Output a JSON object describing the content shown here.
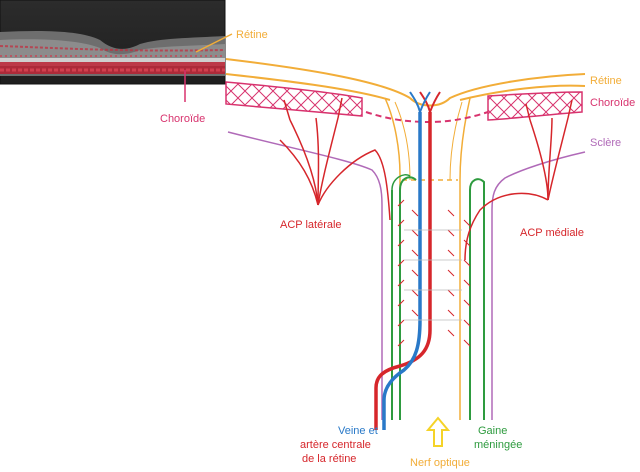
{
  "labels": {
    "retina_inset": "Rétine",
    "choroid_inset": "Choroïde",
    "retina": "Rétine",
    "choroid": "Choroïde",
    "sclera": "Sclère",
    "acp_lateral": "ACP latérale",
    "acp_medial": "ACP médiale",
    "vein_artery": [
      "Veine et",
      "artère centrale",
      "de la rétine"
    ],
    "meningeal_sheath": [
      "Gaine",
      "méningée"
    ],
    "optic_nerve": "Nerf optique"
  },
  "colors": {
    "retina": "#f2ad38",
    "choroid": "#d8336e",
    "sclera": "#b06ab8",
    "artery": "#d6262b",
    "vein": "#2979c8",
    "sheath": "#2e9b3f",
    "nerve_arrow": "#f5d328",
    "oct_background": "#2c2c2c"
  },
  "icons": {
    "nerve_arrow": "up-arrow-outline-icon",
    "cross_hatch": "x-pattern"
  }
}
